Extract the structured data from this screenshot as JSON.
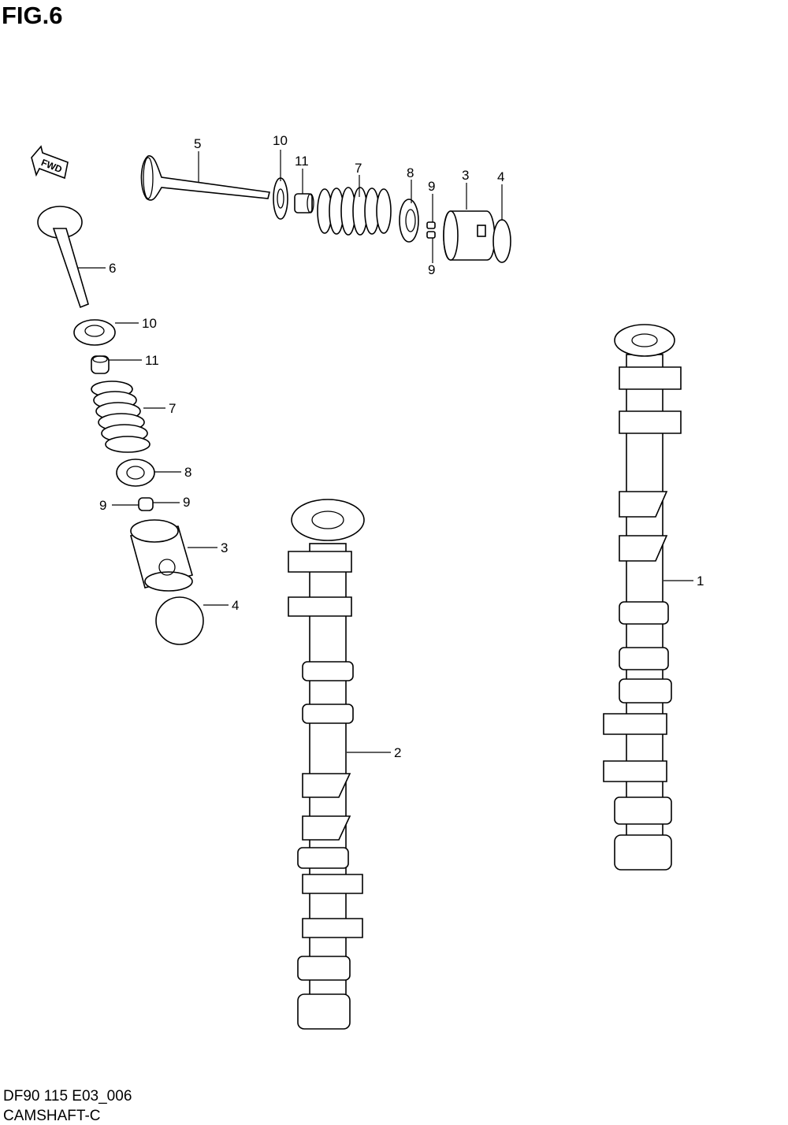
{
  "figure": {
    "title": "FIG.6",
    "code": "DF90 115 E03_006",
    "caption": "CAMSHAFT-C",
    "fwd_label": "FWD"
  },
  "callouts": [
    {
      "id": "c-top-5",
      "text": "5"
    },
    {
      "id": "c-top-10",
      "text": "10"
    },
    {
      "id": "c-top-11",
      "text": "11"
    },
    {
      "id": "c-top-7",
      "text": "7"
    },
    {
      "id": "c-top-8",
      "text": "8"
    },
    {
      "id": "c-top-9a",
      "text": "9"
    },
    {
      "id": "c-top-3",
      "text": "3"
    },
    {
      "id": "c-top-4",
      "text": "4"
    },
    {
      "id": "c-top-9b",
      "text": "9"
    },
    {
      "id": "c-left-6",
      "text": "6"
    },
    {
      "id": "c-left-10",
      "text": "10"
    },
    {
      "id": "c-left-11",
      "text": "11"
    },
    {
      "id": "c-left-7",
      "text": "7"
    },
    {
      "id": "c-left-8",
      "text": "8"
    },
    {
      "id": "c-left-9a",
      "text": "9"
    },
    {
      "id": "c-left-9b",
      "text": "9"
    },
    {
      "id": "c-left-3",
      "text": "3"
    },
    {
      "id": "c-left-4",
      "text": "4"
    },
    {
      "id": "c-cam-2",
      "text": "2"
    },
    {
      "id": "c-cam-1",
      "text": "1"
    }
  ]
}
